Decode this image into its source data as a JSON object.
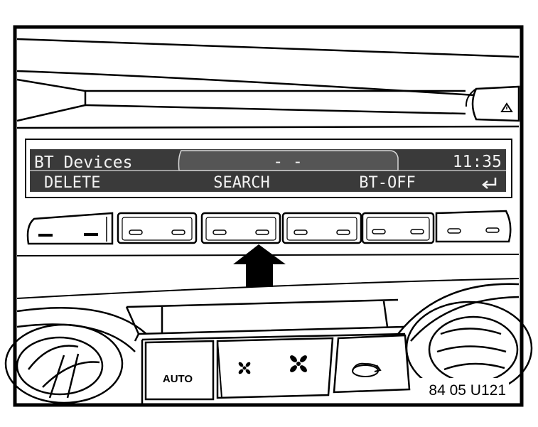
{
  "display": {
    "title": "BT Devices",
    "center": "- -",
    "time": "11:35",
    "softkeys": {
      "left": "DELETE",
      "middle": "SEARCH",
      "right": "BT-OFF",
      "back_icon": "return-arrow-icon"
    }
  },
  "climate": {
    "auto_label": "AUTO",
    "fan_low_icon": "fan-low-icon",
    "fan_high_icon": "fan-high-icon",
    "recirculation_icon": "recirculation-icon"
  },
  "indicator": {
    "arrow_icon": "arrow-up-icon",
    "target_button": 3
  },
  "hazard_icon": "warning-triangle-icon",
  "reference_code": "84 05 U121"
}
